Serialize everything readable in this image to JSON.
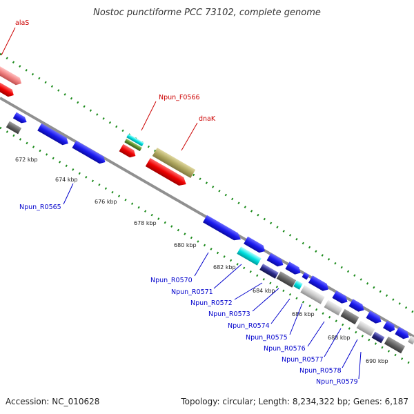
{
  "title": "Nostoc punctiforme PCC 73102, complete genome",
  "footer": {
    "accession": "Accession: NC_010628",
    "summary": "Topology: circular; Length: 8,234,322 bp; Genes: 6,187"
  },
  "colors": {
    "backbone": "#888888",
    "tick_green": "#1a8a1a",
    "label_red": "#cc0000",
    "label_blue": "#0000cc",
    "gene_blue": "#1a1aee",
    "gene_red": "#ee0000",
    "gene_pink": "#f08080",
    "gene_gray": "#666666",
    "gene_lightgray": "#c8c8c8",
    "gene_cyan": "#00e0e0",
    "gene_khaki": "#b0a860",
    "gene_olive": "#5a8a2a",
    "gene_navy": "#2a2a8a"
  },
  "kbp_labels": [
    "672 kbp",
    "674 kbp",
    "676 kbp",
    "678 kbp",
    "680 kbp",
    "682 kbp",
    "684 kbp",
    "686 kbp",
    "688 kbp",
    "690 kbp"
  ],
  "gene_labels": [
    {
      "id": "alaS",
      "text": "alaS",
      "color": "red"
    },
    {
      "id": "npun-f0566",
      "text": "Npun_F0566",
      "color": "red"
    },
    {
      "id": "dnak",
      "text": "dnaK",
      "color": "red"
    },
    {
      "id": "npun-r0565",
      "text": "Npun_R0565",
      "color": "blue"
    },
    {
      "id": "npun-r0570",
      "text": "Npun_R0570",
      "color": "blue"
    },
    {
      "id": "npun-r0571",
      "text": "Npun_R0571",
      "color": "blue"
    },
    {
      "id": "npun-r0572",
      "text": "Npun_R0572",
      "color": "blue"
    },
    {
      "id": "npun-r0573",
      "text": "Npun_R0573",
      "color": "blue"
    },
    {
      "id": "npun-r0574",
      "text": "Npun_R0574",
      "color": "blue"
    },
    {
      "id": "npun-r0575",
      "text": "Npun_R0575",
      "color": "blue"
    },
    {
      "id": "npun-r0576",
      "text": "Npun_R0576",
      "color": "blue"
    },
    {
      "id": "npun-r0577",
      "text": "Npun_R0577",
      "color": "blue"
    },
    {
      "id": "npun-r0578",
      "text": "Npun_R0578",
      "color": "blue"
    },
    {
      "id": "npun-r0579",
      "text": "Npun_R0579",
      "color": "blue"
    }
  ]
}
